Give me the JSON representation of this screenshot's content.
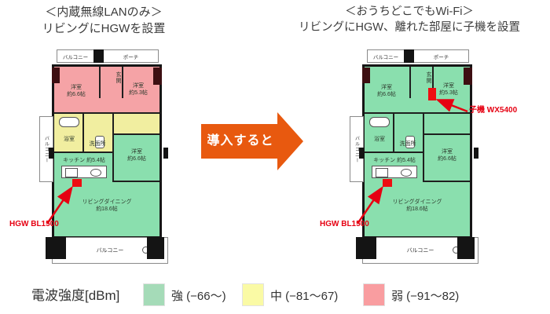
{
  "title_before": {
    "line1": "＜内蔵無線LANのみ＞",
    "line2": "リビングにHGWを設置"
  },
  "title_after": {
    "line1": "＜おうちどこでもWi-Fi＞",
    "line2": "リビングにHGW、離れた部屋に子機を設置"
  },
  "transition_arrow": {
    "label": "導入すると",
    "color": "#E8590F"
  },
  "floorplan": {
    "balcony_top": "バルコニー",
    "porch": "ポーチ",
    "entrance": "玄関",
    "bedroom_66_top": {
      "name": "洋室",
      "size": "約6.6帖"
    },
    "bedroom_53": {
      "name": "洋室",
      "size": "約5.3帖"
    },
    "bath": "浴室",
    "washroom": "洗面所",
    "kitchen": "キッチン 約5.4帖",
    "bedroom_66_mid": {
      "name": "洋室",
      "size": "約6.6帖"
    },
    "living": {
      "name": "リビングダイニング",
      "size": "約18.6帖"
    },
    "balcony_left": "バルコニー",
    "balcony_bottom": "バルコニー"
  },
  "devices": {
    "hgw_label": "HGW BL1500",
    "extender_label": "子機 WX5400"
  },
  "legend": {
    "title": "電波強度[dBm]",
    "items": [
      {
        "label": "強 (−66〜)",
        "color": "#A5DBB8",
        "level": "strong"
      },
      {
        "label": "中 (−81〜67)",
        "color": "#FAFAA5",
        "level": "medium"
      },
      {
        "label": "弱 (−91〜82)",
        "color": "#F99DA0",
        "level": "weak"
      }
    ]
  },
  "signal_colors": {
    "strong": "#8ADFAE",
    "medium": "#F1EEA0",
    "weak": "#F5A3A6",
    "device_red": "#EE0E12"
  }
}
